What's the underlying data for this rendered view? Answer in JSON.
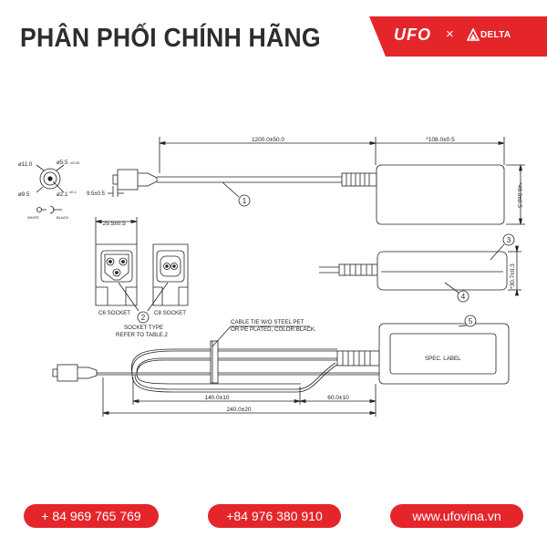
{
  "header": {
    "title": "PHÂN PHỐI CHÍNH HÃNG",
    "brand_ufo": "UFO",
    "brand_sep": "×",
    "brand_delta": "DELTA",
    "brand_color": "#e4262b"
  },
  "drawing": {
    "dims": {
      "cable_length": "1200.0±50.0",
      "body_length": "*108.0±0.5",
      "body_width": "*46.0±0.5",
      "body_height": "*30.7±0.3",
      "plug_length": "9.5±0.5",
      "socket_width": "*29.5±0.5",
      "tie_left": "140.0±10",
      "tie_right": "60.0±10",
      "total_coil": "240.0±20"
    },
    "plug": {
      "outer": "ø11.0",
      "inner": "ø5.5",
      "inner_suffix": "±0.05",
      "barrel": "ø9.5",
      "pin": "ø2.1",
      "pin_suffix": "±0.1",
      "white": "WHITE",
      "black": "BLACK"
    },
    "sockets": {
      "c6": "C6 SOCKET",
      "c8": "C8 SOCKET",
      "type_line1": "SOCKET TYPE",
      "type_line2": "REFER TO TABLE.2"
    },
    "cable_tie": {
      "line1": "CABLE TIE W/O STEEL PET",
      "line2": "OR PE PLATED, COLOR:BLACK."
    },
    "label": "SPEC. LABEL",
    "callouts": [
      "1",
      "2",
      "3",
      "4",
      "5"
    ]
  },
  "footer": {
    "phone1": "+ 84 969 765 769",
    "phone2": "+84 976 380 910",
    "website": "www.ufovina.vn"
  }
}
